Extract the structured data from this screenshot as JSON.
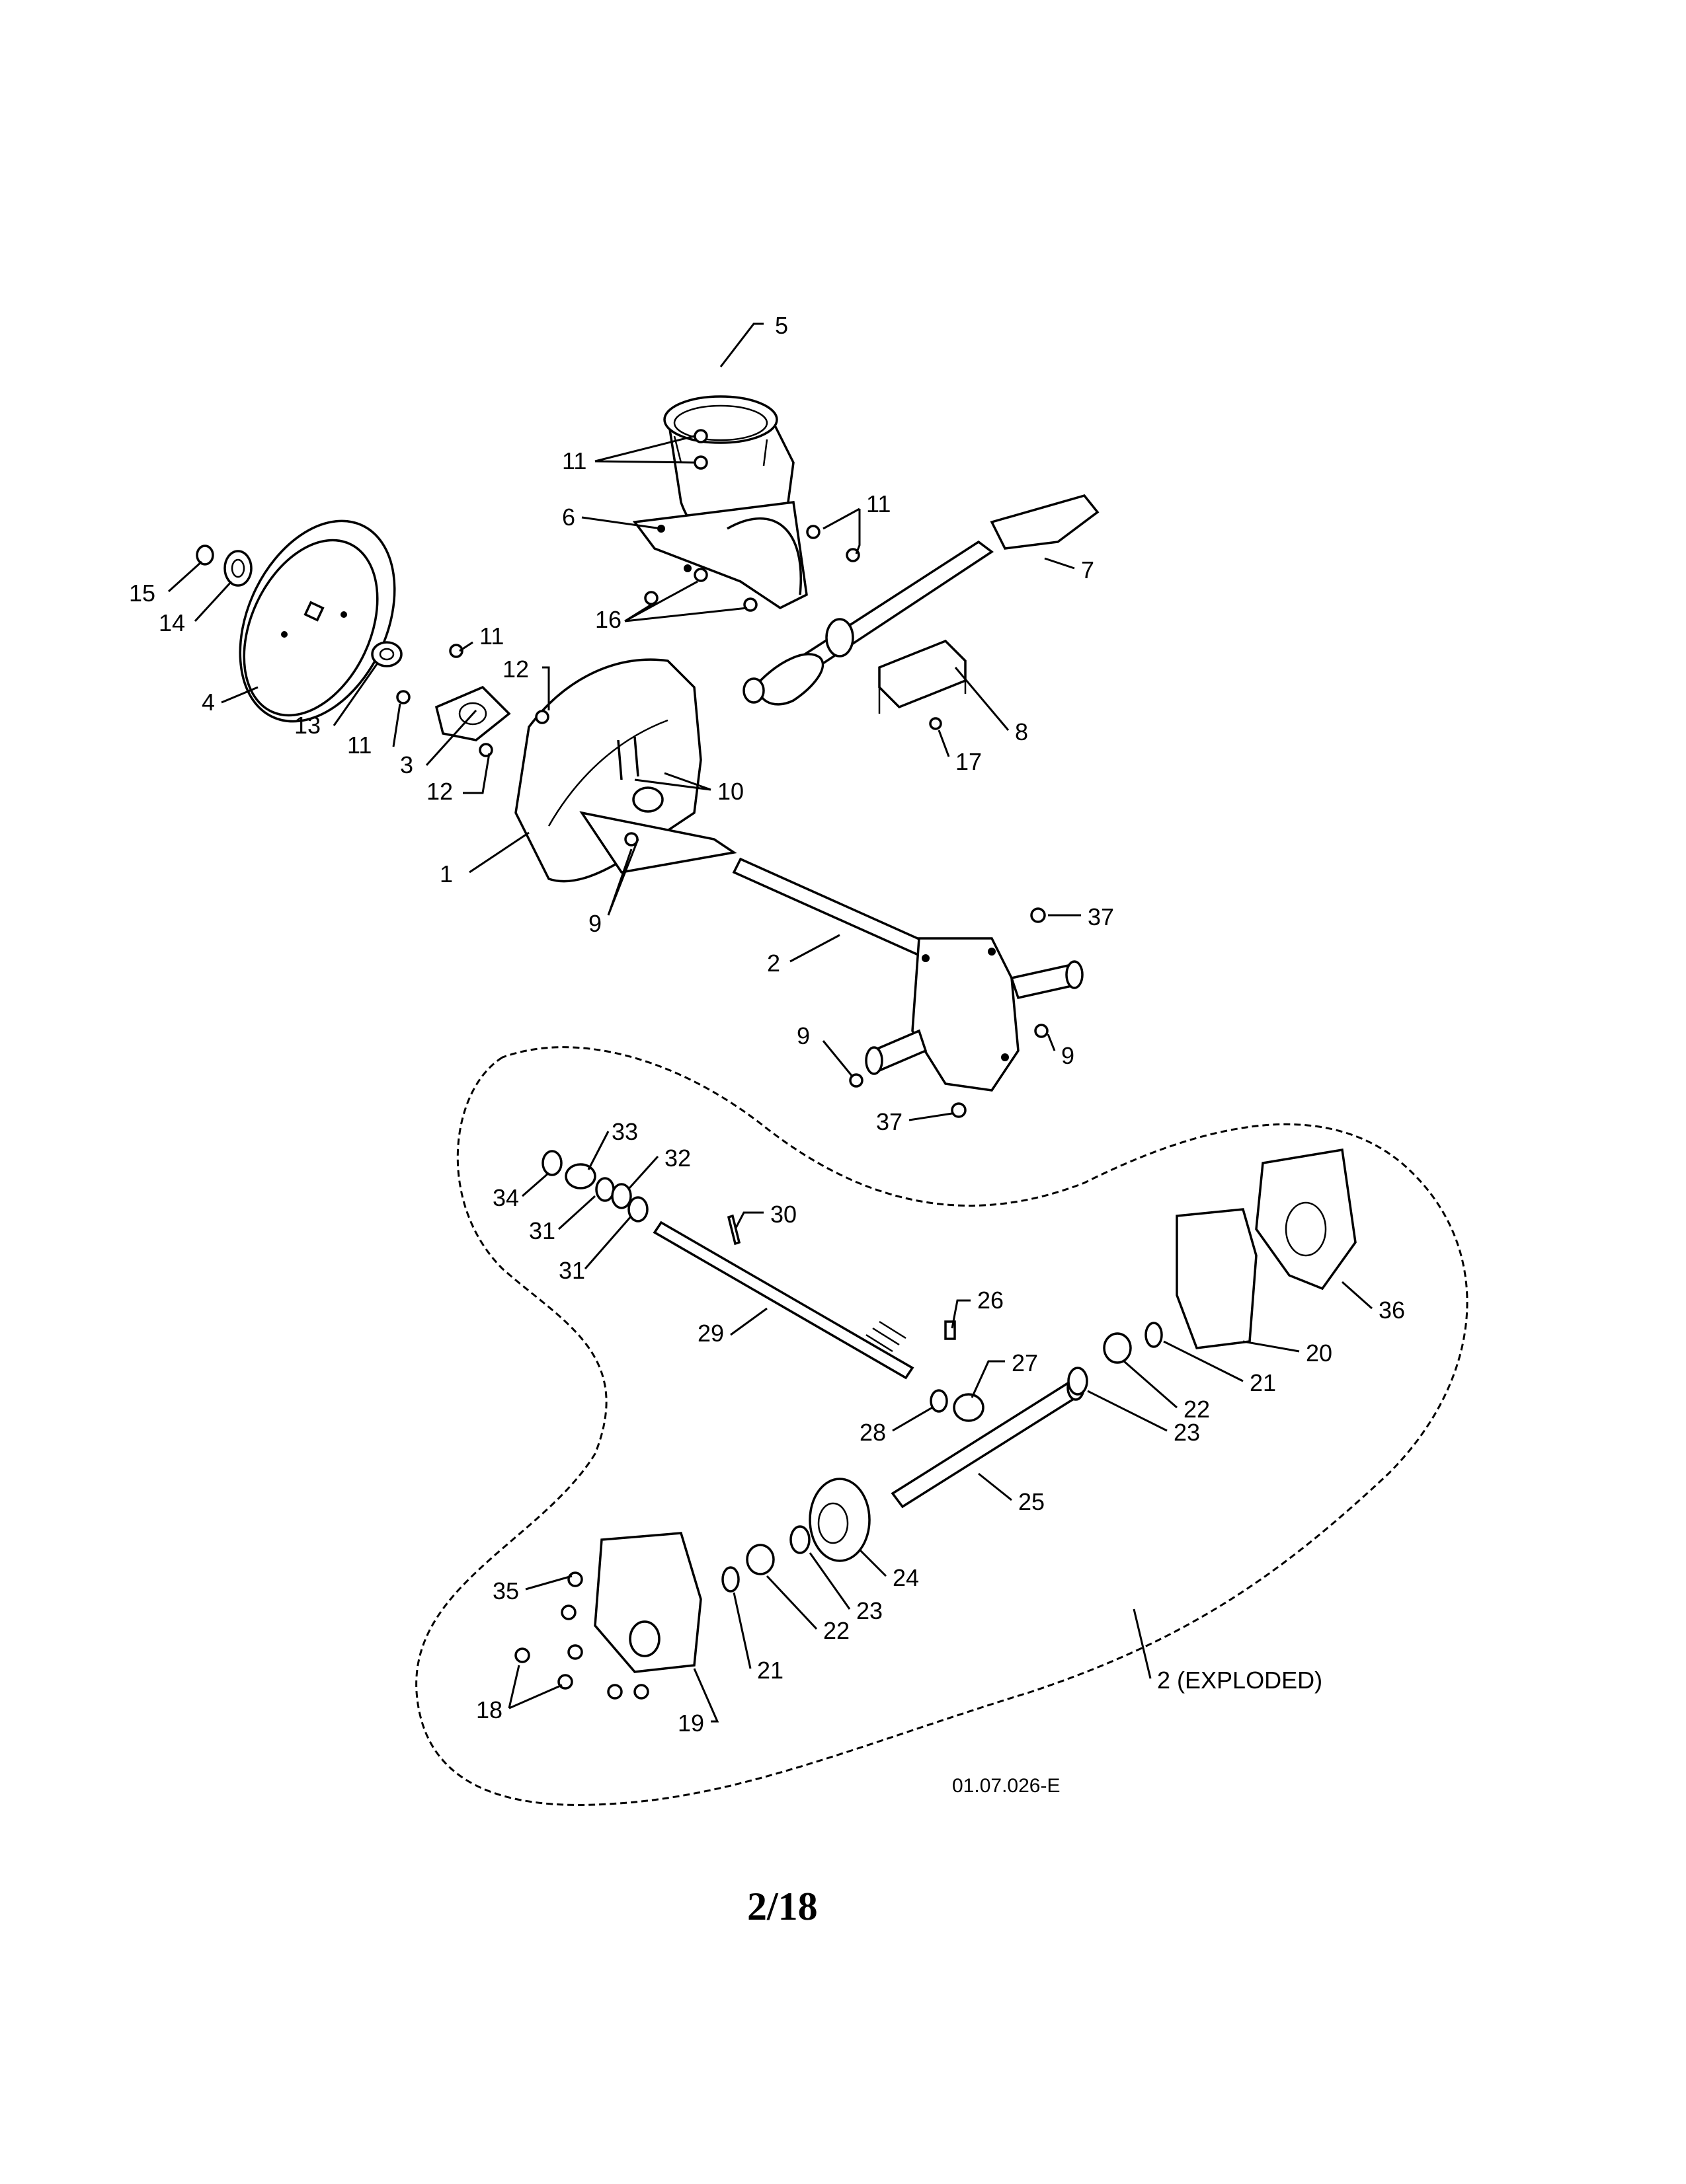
{
  "callouts": {
    "c5": "5",
    "c11a": "11",
    "c11b": "11",
    "c11c": "11",
    "c11d": "11",
    "c6": "6",
    "c7": "7",
    "c16": "16",
    "c15": "15",
    "c14": "14",
    "c4": "4",
    "c13": "13",
    "c3": "3",
    "c12a": "12",
    "c12b": "12",
    "c10": "10",
    "c1": "1",
    "c9a": "9",
    "c9b": "9",
    "c9c": "9",
    "c8": "8",
    "c17": "17",
    "c37a": "37",
    "c37b": "37",
    "c2": "2",
    "c33": "33",
    "c32": "32",
    "c34": "34",
    "c31a": "31",
    "c31b": "31",
    "c30": "30",
    "c29": "29",
    "c26": "26",
    "c27": "27",
    "c28": "28",
    "c36": "36",
    "c20": "20",
    "c21a": "21",
    "c21b": "21",
    "c22a": "22",
    "c22b": "22",
    "c23a": "23",
    "c23b": "23",
    "c25": "25",
    "c24": "24",
    "c35": "35",
    "c18": "18",
    "c19": "19",
    "c2exploded": "2 (EXPLODED)"
  },
  "drawing_id": "01.07.026-E",
  "page_number": "2/18"
}
